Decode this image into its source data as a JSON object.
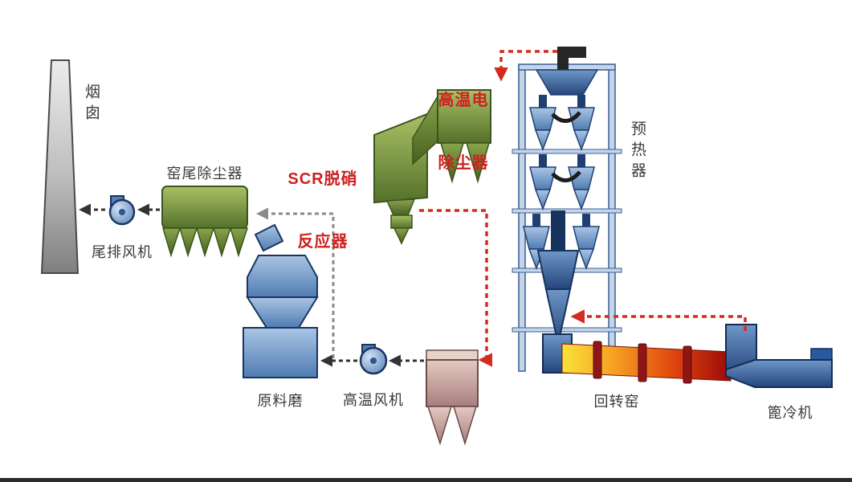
{
  "diagram": {
    "title_implicit": "水泥窑尾气处理流程图",
    "labels": {
      "chimney": "烟囱",
      "tail_exhaust_fan": "尾排风机",
      "kiln_tail_dust_collector": "窑尾除尘器",
      "scr_reactor_line1": "SCR脱硝",
      "scr_reactor_line2": "反应器",
      "ht_esp_line1": "高温电",
      "ht_esp_line2": "除尘器",
      "preheater": "预热器",
      "raw_mill": "原料磨",
      "high_temp_fan": "高温风机",
      "rotary_kiln": "回转窑",
      "grate_cooler": "篦冷机"
    },
    "colors": {
      "label_text": "#3a3a3a",
      "highlight_text": "#cc2020",
      "equipment_green": "#6f8f3a",
      "equipment_blue": "#5b87bd",
      "frame_blue": "#2f5693",
      "kiln_hot_start": "#f9e23a",
      "kiln_hot_end": "#9a0909",
      "pink_collector": "#c9a0a0",
      "chimney_gray": "#b0b0b0",
      "arrow_black": "#333333",
      "arrow_red": "#d42b1e",
      "arrow_gray": "#8a8a8a"
    }
  }
}
